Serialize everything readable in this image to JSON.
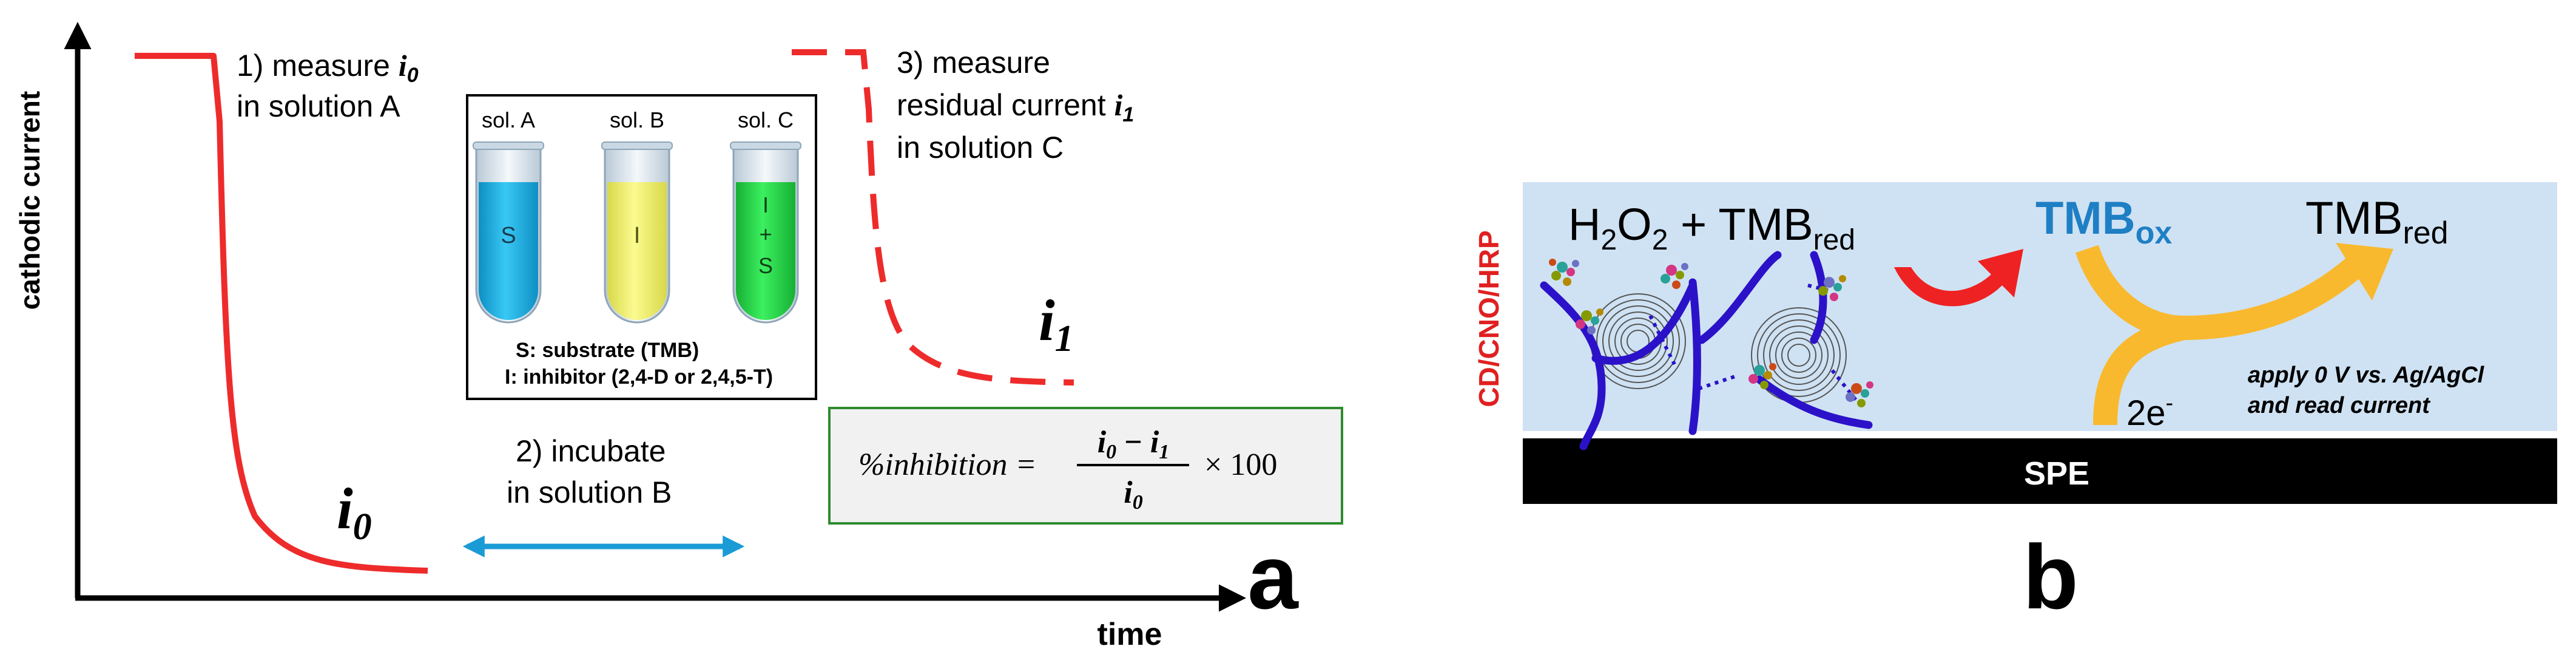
{
  "panel_a": {
    "y_axis_label": "cathodic current",
    "x_axis_label": "time",
    "panel_label": "a",
    "step1": {
      "line1_prefix": "1) measure ",
      "line1_var": "i",
      "line1_sub": "0",
      "line2": "in solution A"
    },
    "step2": {
      "line1": "2) incubate",
      "line2": "in solution B"
    },
    "step3": {
      "line1": "3) measure",
      "line2_prefix": "residual current ",
      "line2_var": "i",
      "line2_sub": "1",
      "line3": "in solution C"
    },
    "marker_i0": {
      "var": "i",
      "sub": "0"
    },
    "marker_i1": {
      "var": "i",
      "sub": "1"
    },
    "tubes": {
      "labels": [
        "sol. A",
        "sol. B",
        "sol. C"
      ],
      "contents": [
        "S",
        "I",
        "I",
        "+",
        "S"
      ],
      "legend_line1": "S: substrate (TMB)",
      "legend_line2": "I: inhibitor (2,4-D or 2,4,5-T)"
    },
    "equation": {
      "lhs": "%inhibition =",
      "num_i": "i",
      "num_sub0": "0",
      "num_minus": " − ",
      "num_sub1": "1",
      "den_i": "i",
      "den_sub": "0",
      "rhs": "× 100"
    },
    "colors": {
      "curve": "#ee2b2b",
      "arrow": "#1a9bd5",
      "sol_a": "#1ab8ee",
      "sol_b": "#f5f576",
      "sol_c": "#22dd44",
      "eq_border": "#2e8b2e",
      "eq_fill": "#f1f1f1"
    }
  },
  "panel_b": {
    "vertical_label": "CD/CNO/HRP",
    "reaction_left": {
      "h": "H",
      "sub1": "2",
      "o": "O",
      "sub2": "2",
      "plus": " + TMB",
      "red": "red"
    },
    "tmb_ox": {
      "main": "TMB",
      "sub": "ox"
    },
    "tmb_red": {
      "main": "TMB",
      "sub": "red"
    },
    "electron": {
      "main": "2e",
      "sup": "-"
    },
    "apply_line1": "apply 0 V vs. Ag/AgCl",
    "apply_line2": "and read current",
    "electrode_label": "SPE",
    "panel_label": "b",
    "colors": {
      "background": "#cfe2f3",
      "electrode": "#000000",
      "fiber": "#2b12c9",
      "tmb_ox": "#1f7fc4",
      "red_arrow": "#ee2222",
      "yellow_arrow": "#f9b92e",
      "vertical_label": "#e02020"
    }
  }
}
